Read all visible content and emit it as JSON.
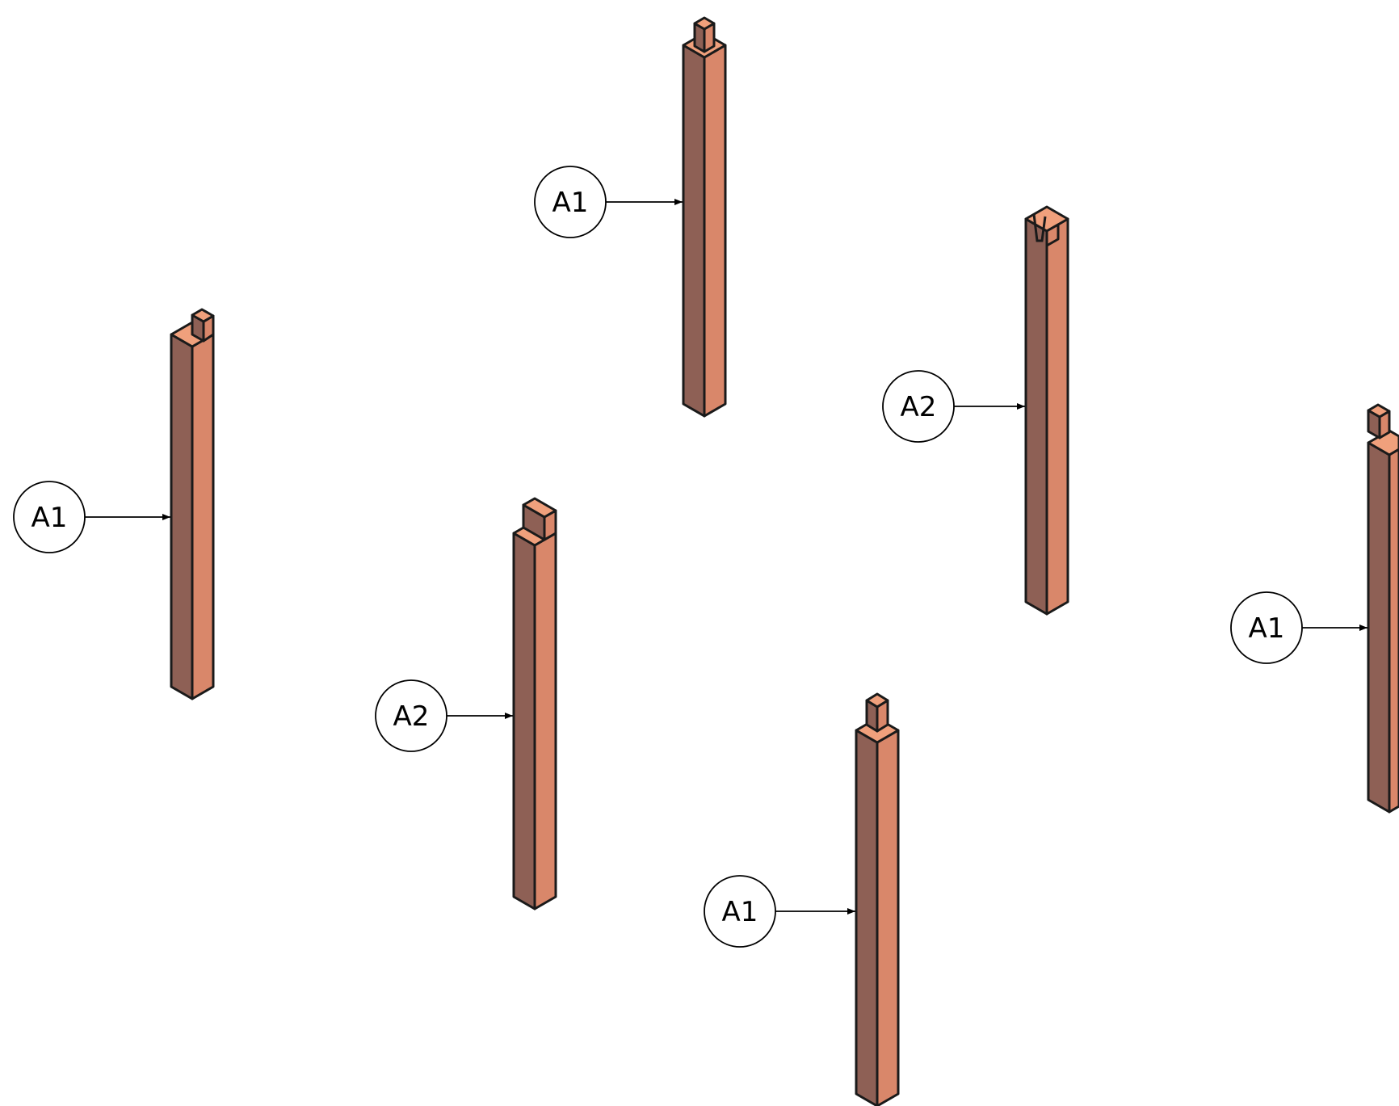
{
  "colors": {
    "face_left": "#8e6055",
    "face_right": "#d9876a",
    "top": "#f0a07c",
    "outline": "#1a1a1a",
    "background": "#ffffff"
  },
  "parts": [
    {
      "id": "post-1",
      "callout": "A1",
      "top_style": "notch"
    },
    {
      "id": "post-2",
      "callout": "A1",
      "top_style": "tenon-stepped"
    },
    {
      "id": "post-3",
      "callout": "A2",
      "top_style": "groove"
    },
    {
      "id": "post-4",
      "callout": "A2",
      "top_style": "notch-wide"
    },
    {
      "id": "post-5",
      "callout": "A1",
      "top_style": "tenon-square"
    },
    {
      "id": "post-6",
      "callout": "A1",
      "top_style": "notch"
    }
  ]
}
